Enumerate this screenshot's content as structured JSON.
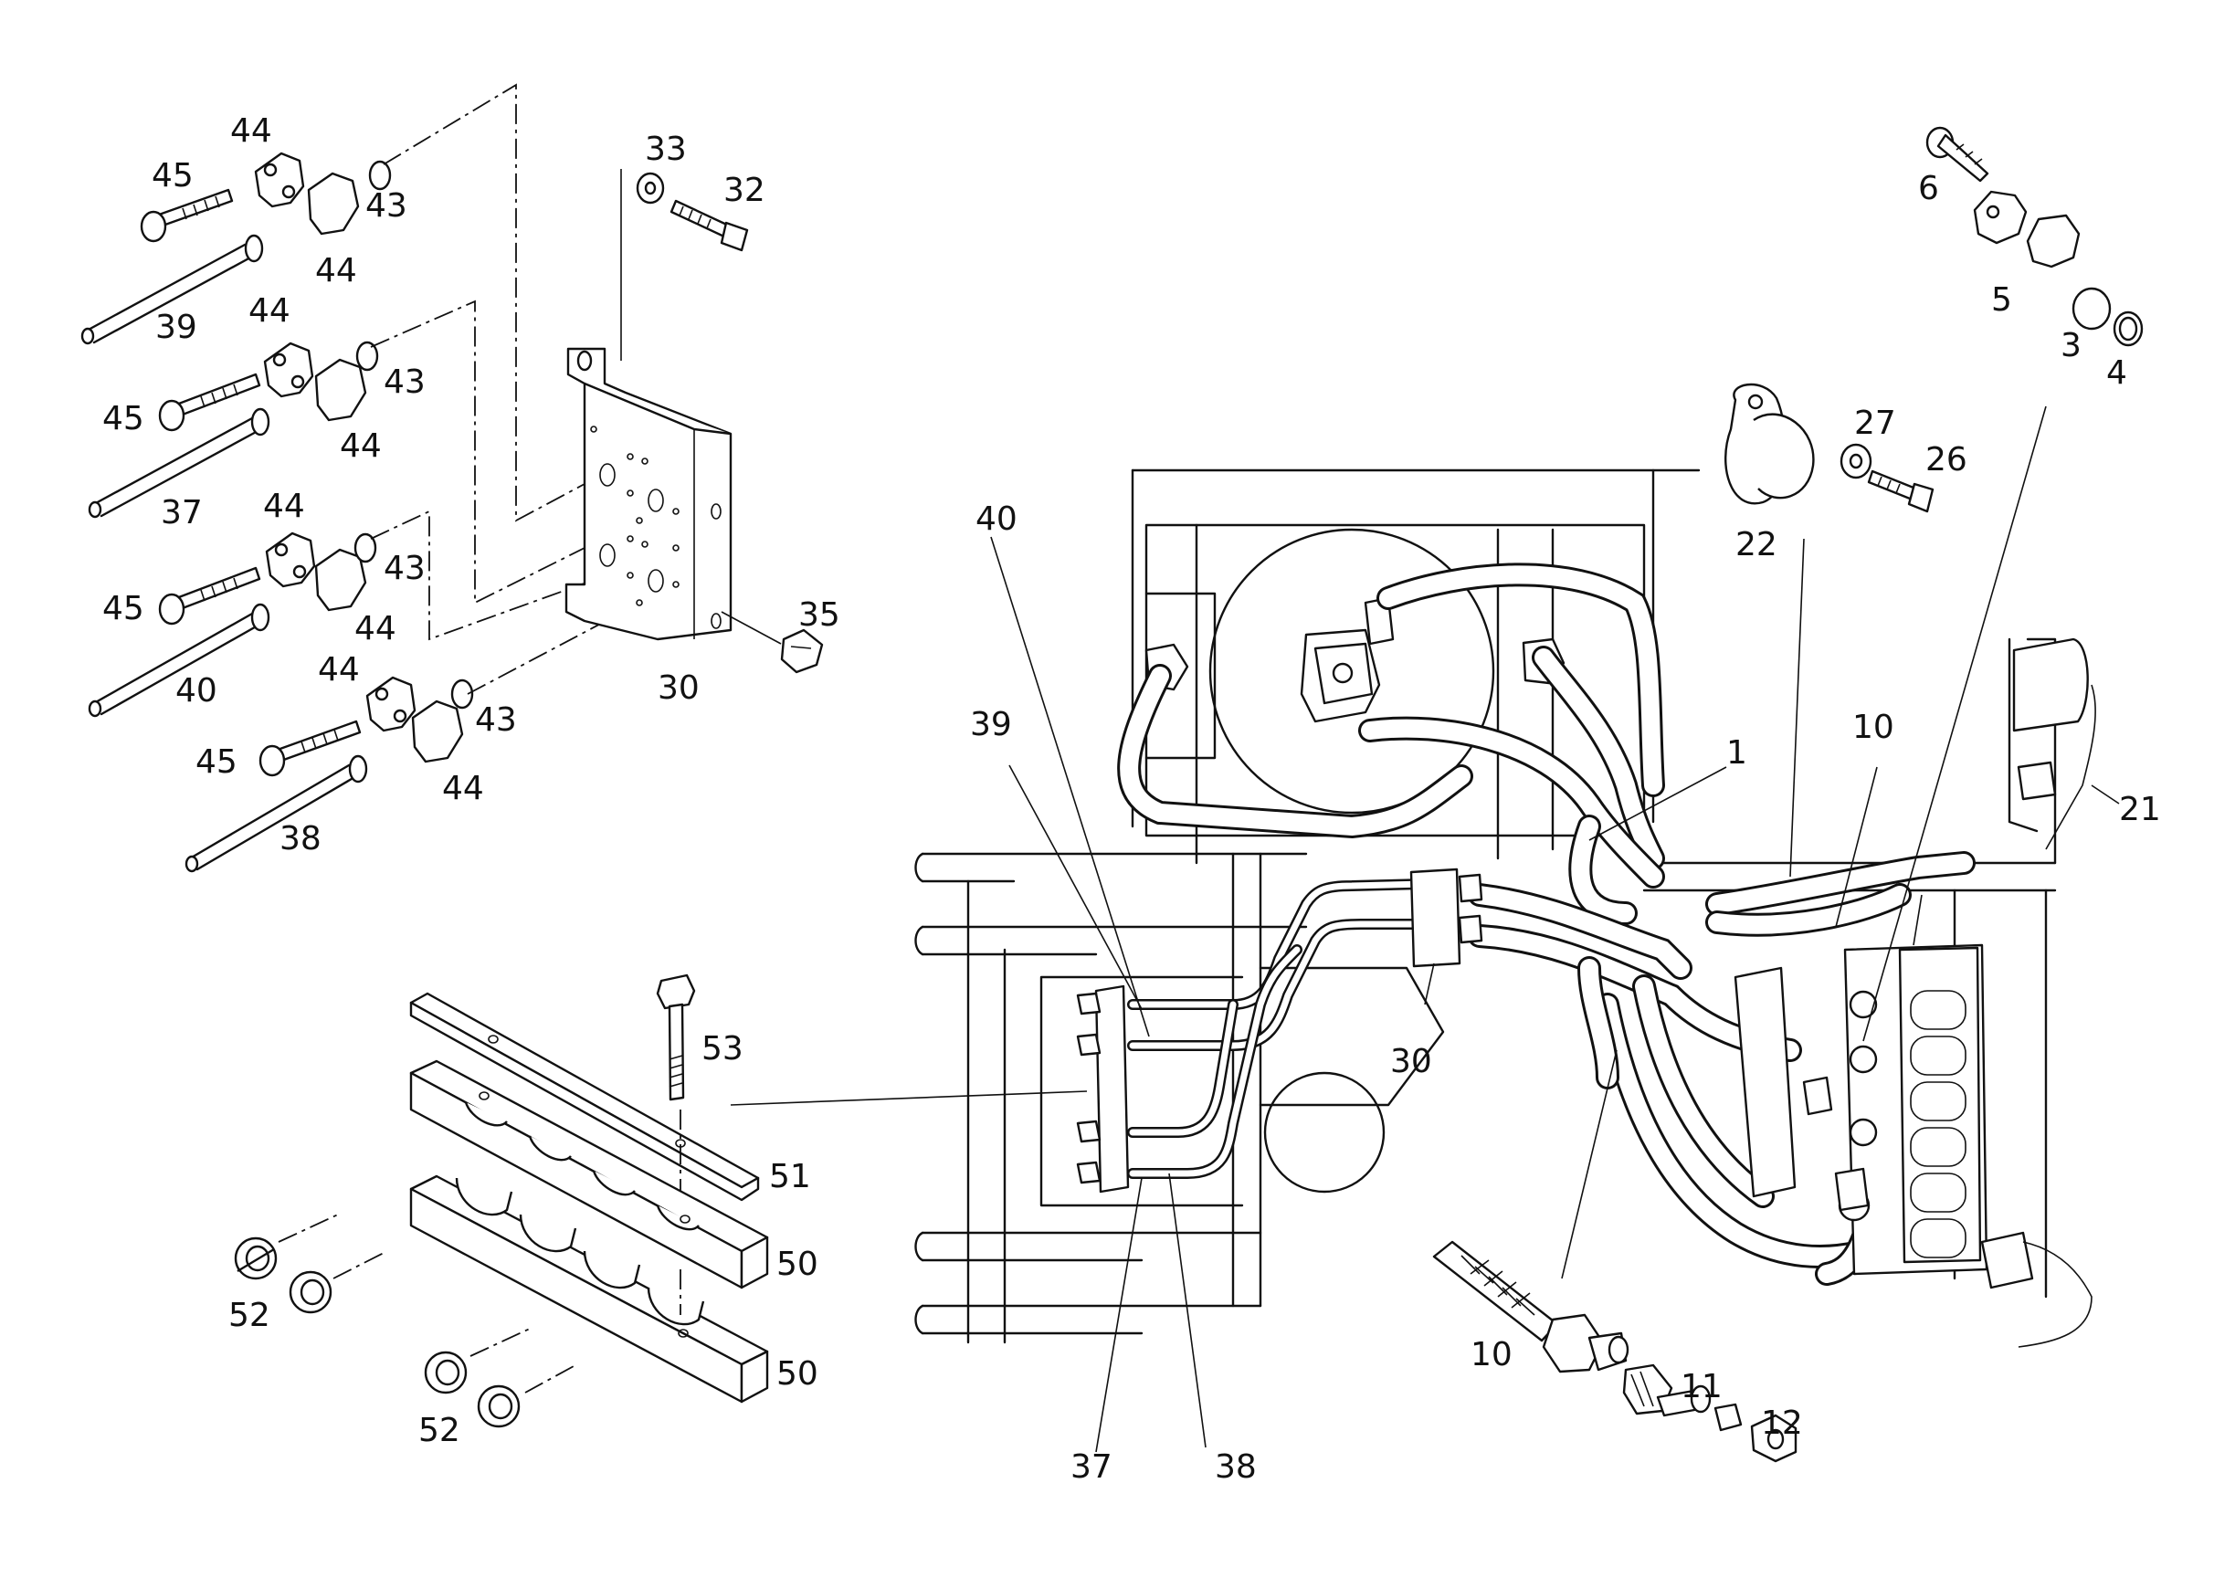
{
  "callouts": {
    "c45a": "45",
    "c44a": "44",
    "c44b": "44",
    "c43a": "43",
    "c39a": "39",
    "c44c": "44",
    "c45b": "45",
    "c43b": "43",
    "c44d": "44",
    "c37a": "37",
    "c44e": "44",
    "c45c": "45",
    "c43c": "43",
    "c44f": "44",
    "c40a": "40",
    "c44g": "44",
    "c45d": "45",
    "c43d": "43",
    "c44h": "44",
    "c38a": "38",
    "c33": "33",
    "c32": "32",
    "c30a": "30",
    "c35": "35",
    "c6": "6",
    "c5": "5",
    "c3": "3",
    "c4": "4",
    "c27": "27",
    "c26": "26",
    "c22": "22",
    "c40b": "40",
    "c39b": "39",
    "c1": "1",
    "c10a": "10",
    "c21": "21",
    "c30b": "30",
    "c53": "53",
    "c51": "51",
    "c50a": "50",
    "c50b": "50",
    "c52a": "52",
    "c52b": "52",
    "c37b": "37",
    "c38b": "38",
    "c10b": "10",
    "c11": "11",
    "c12": "12"
  },
  "icons": {
    "drawing": "hydraulic-assembly-exploded-view"
  }
}
